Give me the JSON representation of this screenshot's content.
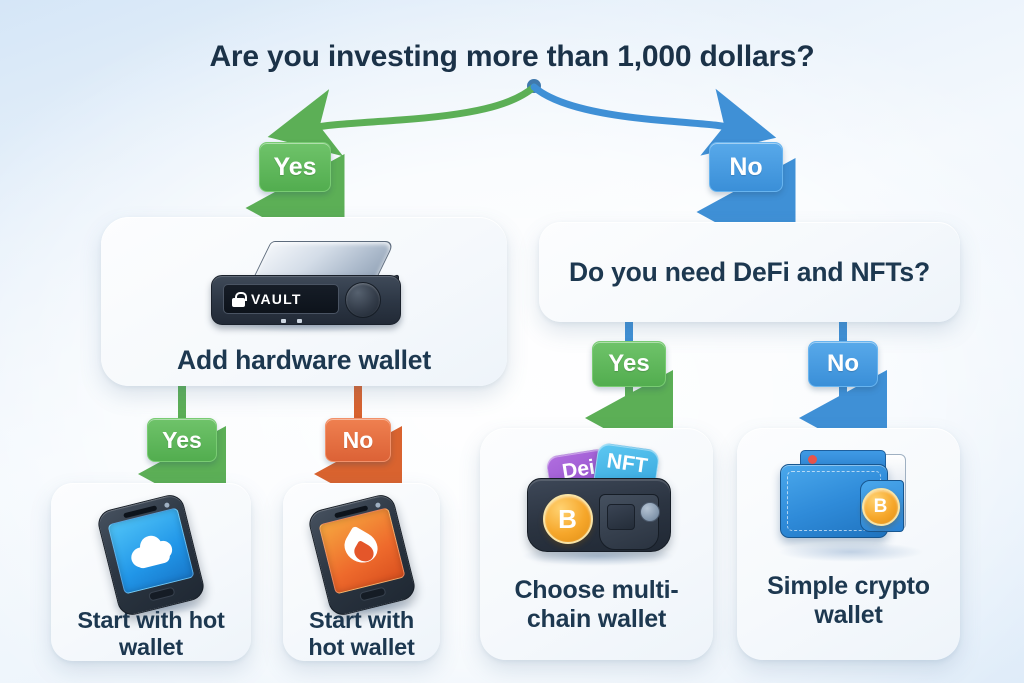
{
  "title": "Are you investing more than 1,000 dollars?",
  "theme": {
    "bg_top": "#d5e6f7",
    "bg_bottom": "#dfecf9",
    "card_bg": "#fafcfe",
    "text_navy": "#1d3850",
    "green": "#52ad4f",
    "blue": "#3a8fd8",
    "orange": "#dc6236",
    "coin_gold": "#f6a72b"
  },
  "branches": {
    "level1": {
      "yes_label": "Yes",
      "yes_color": "#52ad4f",
      "no_label": "No",
      "no_color": "#3a8fd8"
    },
    "level2_left": {
      "yes_label": "Yes",
      "yes_color": "#52ad4f",
      "no_label": "No",
      "no_color": "#dc6236"
    },
    "level2_right": {
      "yes_label": "Yes",
      "yes_color": "#52ad4f",
      "no_label": "No",
      "no_color": "#3a8fd8"
    }
  },
  "nodes": {
    "hardware": {
      "label": "Add hardware wallet",
      "device_screen_text": "VAULT",
      "icon": "hardware-wallet-device"
    },
    "defi_question": {
      "label": "Do you need DeFi and NFTs?"
    },
    "hot_wallet_left": {
      "label": "Start with hot\nwallet",
      "icon": "smartphone-cloud"
    },
    "hot_wallet_right": {
      "label": "Start with\nhot wallet",
      "icon": "smartphone-flame"
    },
    "multichain": {
      "label": "Choose multi-\nchain wallet",
      "icon": "multichain-bag",
      "tag_defi": "Dei",
      "tag_nft": "NFT",
      "coin_symbol": "B"
    },
    "simple": {
      "label": "Simple crypto\nwallet",
      "icon": "blue-wallet",
      "coin_symbol": "B"
    }
  }
}
